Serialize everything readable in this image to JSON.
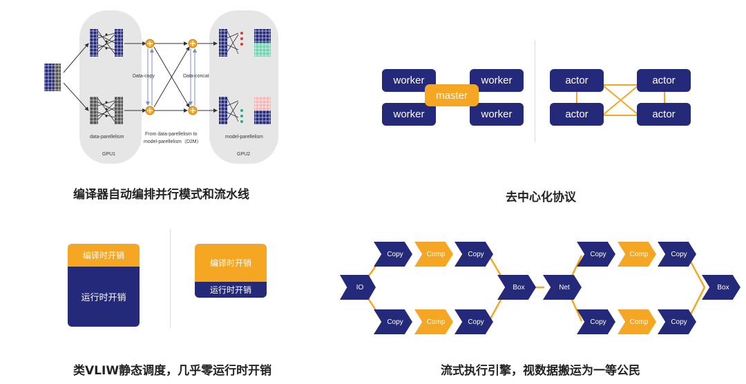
{
  "captions": {
    "q1": "编译器自动编排并行模式和流水线",
    "q2": "去中心化协议",
    "q3": "类VLIW静态调度，几乎零运行时开销",
    "q4": "流式执行引擎，视数据搬运为一等公民"
  },
  "parallel": {
    "data_copy": "Data-copy",
    "data_concat": "Data-concat",
    "data_parallel": "data-parellelism",
    "model_parallel": "model-parellelism",
    "gpu1": "GPU1",
    "gpu2": "GPU2",
    "middle_line1": "From data-parellelism to",
    "middle_line2": "model-parellelism（D2M）"
  },
  "decentral": {
    "worker": "worker",
    "master": "master",
    "actor": "actor"
  },
  "vliw": {
    "compile": "编译时开销",
    "runtime": "运行时开销"
  },
  "stream": {
    "io": "IO",
    "copy": "Copy",
    "comp": "Comp",
    "box": "Box",
    "net": "Net"
  },
  "colors": {
    "navy": "#25297a",
    "orange": "#f5a623"
  }
}
